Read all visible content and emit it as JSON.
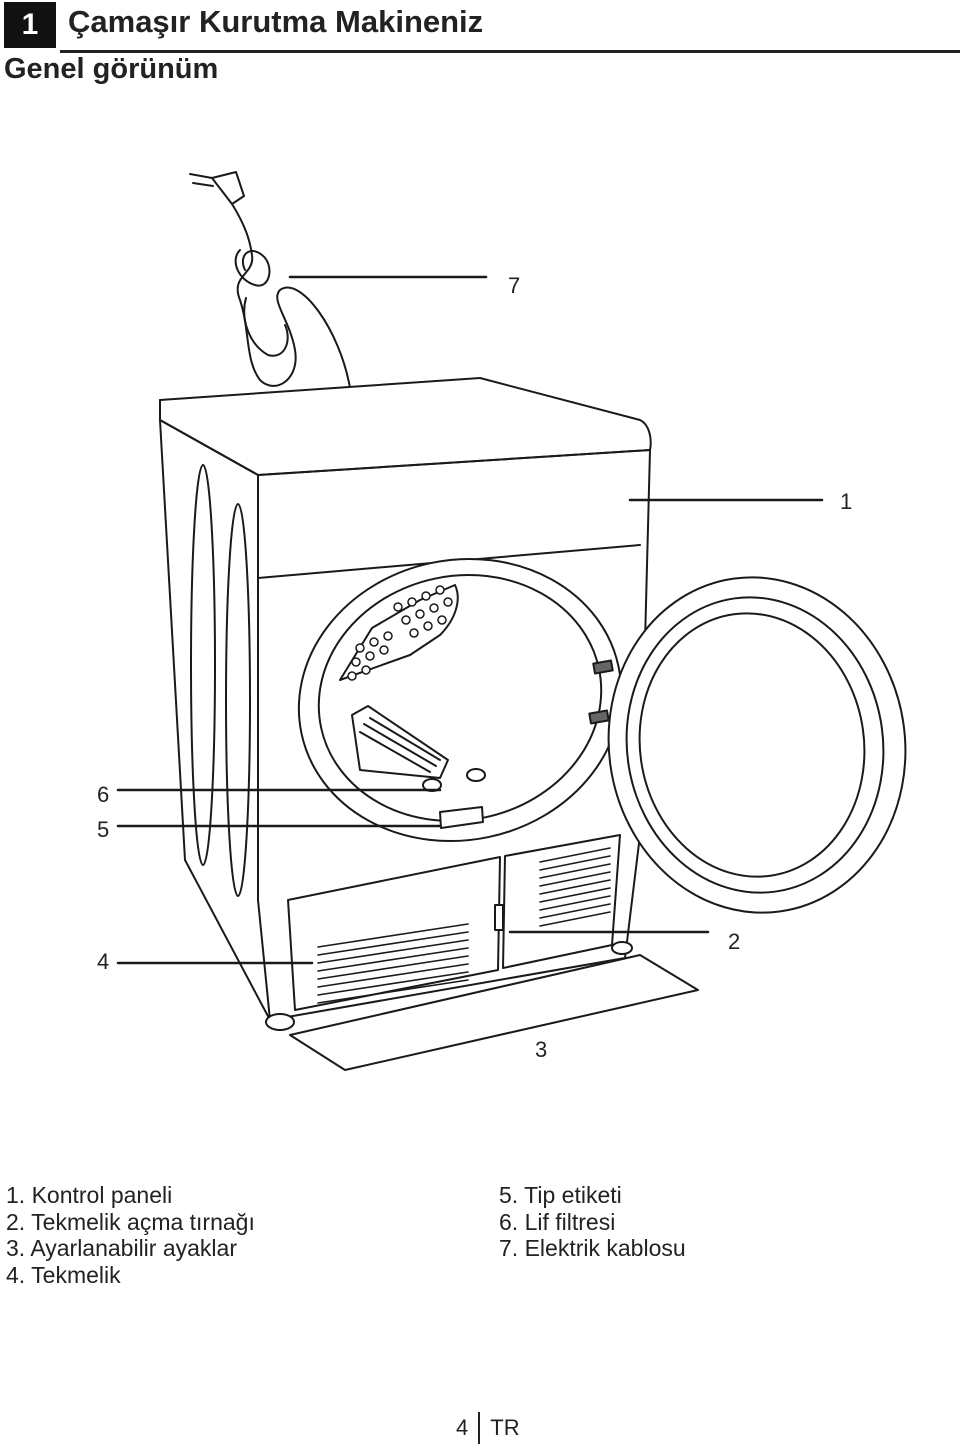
{
  "header": {
    "chapter_number": "1",
    "chapter_title": "Çamaşır Kurutma Makineniz",
    "section_title": "Genel görünüm"
  },
  "callouts": {
    "c1": "1",
    "c2": "2",
    "c3": "3",
    "c4": "4",
    "c5": "5",
    "c6": "6",
    "c7": "7"
  },
  "legend": {
    "left": [
      {
        "num": "1.",
        "text": "Kontrol paneli"
      },
      {
        "num": "2.",
        "text": "Tekmelik açma tırnağı"
      },
      {
        "num": "3.",
        "text": "Ayarlanabilir ayaklar"
      },
      {
        "num": "4.",
        "text": "Tekmelik"
      }
    ],
    "right": [
      {
        "num": "5.",
        "text": "Tip etiketi"
      },
      {
        "num": "6.",
        "text": "Lif filtresi"
      },
      {
        "num": "7.",
        "text": "Elektrik kablosu"
      }
    ]
  },
  "footer": {
    "page": "4",
    "lang": "TR"
  }
}
